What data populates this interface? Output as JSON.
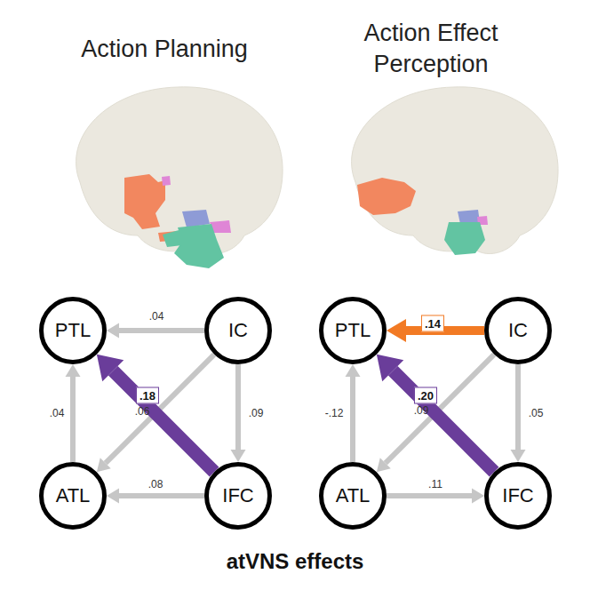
{
  "diagram": {
    "caption": "atVNS effects",
    "nodes": [
      {
        "text": [
          "PTL"
        ]
      },
      {
        "text": [
          "IC"
        ]
      },
      {
        "text": [
          "ATL"
        ]
      },
      {
        "text": [
          "IFC"
        ]
      },
      {
        "text": [
          "PTL"
        ]
      },
      {
        "text": [
          "IC"
        ]
      },
      {
        "text": [
          "ATL"
        ]
      },
      {
        "text": [
          "IFC"
        ]
      }
    ],
    "edges": [
      {
        "from": 1,
        "to": 0,
        "arrow": "to",
        "label": ".04"
      },
      {
        "from": 1,
        "to": 2,
        "arrow": "to",
        "label": ".06"
      },
      {
        "from": 3,
        "to": 0,
        "arrow": "to",
        "label": ".18"
      },
      {
        "from": 1,
        "to": 3,
        "arrow": "to",
        "label": ".09"
      },
      {
        "from": 2,
        "to": 0,
        "arrow": "to",
        "label": ".04"
      },
      {
        "from": 3,
        "to": 2,
        "arrow": "to",
        "label": ".08"
      },
      {
        "from": 5,
        "to": 4,
        "arrow": "to",
        "label": ".14"
      },
      {
        "from": 6,
        "to": 4,
        "arrow": "to",
        "label": "-.12"
      },
      {
        "from": 5,
        "to": 6,
        "arrow": "to",
        "label": ".09"
      },
      {
        "from": 7,
        "to": 4,
        "arrow": "to",
        "label": ".20"
      },
      {
        "from": 5,
        "to": 7,
        "arrow": "to",
        "label": ".05"
      },
      {
        "from": 6,
        "to": 7,
        "arrow": "to",
        "label": ".11"
      }
    ],
    "labels": [
      "Action Planning",
      "Action Effect Perception"
    ]
  }
}
